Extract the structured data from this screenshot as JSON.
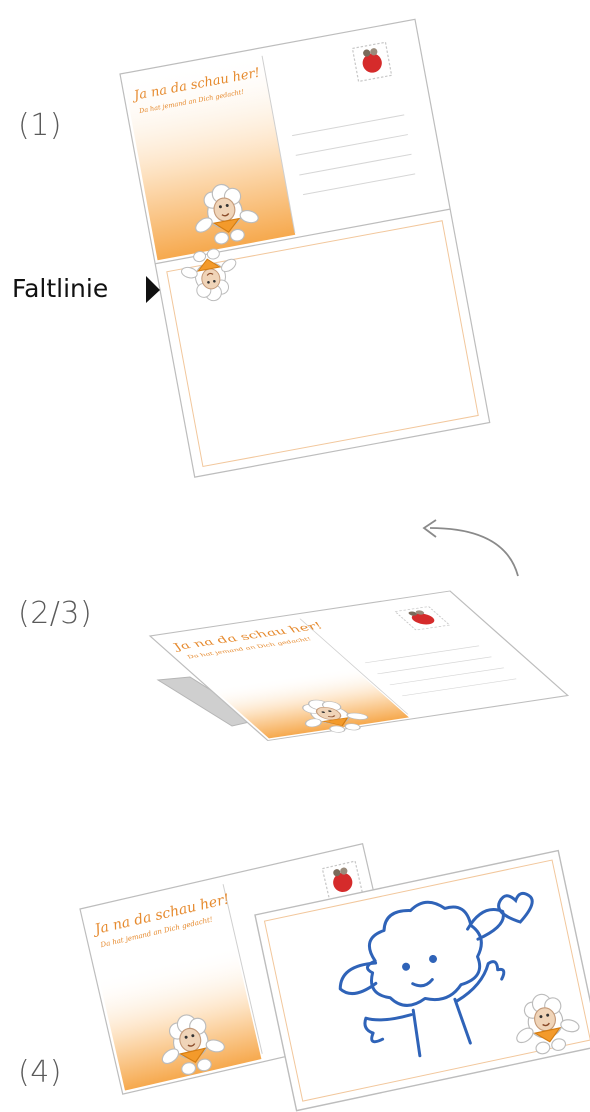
{
  "steps": {
    "one": "(1)",
    "two_three": "(2/3)",
    "four": "(4)"
  },
  "fold_line_label": "Faltlinie",
  "card": {
    "headline": "Ja na da schau her!",
    "subline": "Da hat jemand an Dich gedacht!"
  },
  "colors": {
    "orange": "#f5a646",
    "orange_light": "#fde6c9",
    "drawing_blue": "#2f63b8",
    "stamp_red": "#d52b2b",
    "arrow_gray": "#8a8a8a",
    "fold_gray": "#cfcfcf"
  },
  "icons": [
    "sheep-mascot",
    "stamp",
    "heart",
    "curved-arrow",
    "pointer-triangle"
  ]
}
